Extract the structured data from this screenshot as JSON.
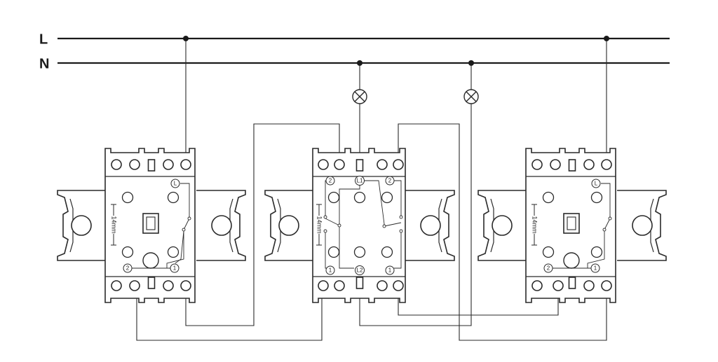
{
  "rails": {
    "line_label": "L",
    "neutral_label": "N"
  },
  "switch_left": {
    "dimension_label": "14mm",
    "terminal_common": "L",
    "terminal_2": "2",
    "terminal_1": "1"
  },
  "switch_middle": {
    "dimension_label": "14mm",
    "terminal_top_left": "2",
    "terminal_top_mid": "L1",
    "terminal_top_right": "2",
    "terminal_bottom_left": "1",
    "terminal_bottom_mid": "L2",
    "terminal_bottom_right": "1"
  },
  "switch_right": {
    "dimension_label": "14mm",
    "terminal_common": "L",
    "terminal_2": "2",
    "terminal_1": "1"
  },
  "icons": [
    "lamp-symbol",
    "screw-terminal",
    "junction-dot"
  ],
  "colors": {
    "line": "#1a1a1a",
    "device": "#2a2a2a",
    "fill": "#ffffff"
  }
}
